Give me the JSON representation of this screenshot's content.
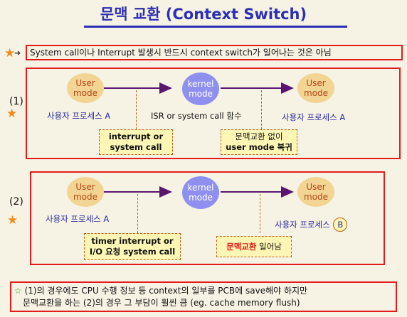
{
  "title": "문맥 교환 (Context Switch)",
  "note": "System call이나 Interrupt 발생시 반드시 context switch가 일어나는 것은 아님",
  "bullet_arrow": "➜",
  "case1": {
    "number": "(1)",
    "user_mode_left": "User\nmode",
    "kernel_mode": "kernel\nmode",
    "user_mode_right": "User\nmode",
    "label_left": "사용자 프로세스 A",
    "label_mid": "ISR or system call 함수",
    "label_right": "사용자 프로세스 A",
    "box_left_line1": "interrupt or",
    "box_left_line2": "system call",
    "box_right_line1": "문맥교환 없이",
    "box_right_line2": "user mode 복귀"
  },
  "case2": {
    "number": "(2)",
    "user_mode_left": "User\nmode",
    "kernel_mode": "kernel\nmode",
    "user_mode_right": "User\nmode",
    "label_left": "사용자 프로세스 A",
    "label_right_prefix": "사용자 프로세스",
    "label_right_circled": "B",
    "box_left_line1": "timer interrupt or",
    "box_left_line2": "I/O 요청 system call",
    "box_right_red": "문맥교환",
    "box_right_rest": " 일어남"
  },
  "footer": {
    "line1": "(1)의 경우에도 CPU 수행 정보 등 context의 일부를 PCB에 save해야 하지만",
    "line2": "문맥교환을 하는 (2)의 경우 그 부담이 훨씬 큼 (eg. cache memory flush)"
  },
  "icons": {
    "star": "star-icon",
    "hollow_star": "hollow-star-icon",
    "arrow": "arrow-right-icon"
  },
  "colors": {
    "title": "#2b2fb5",
    "border": "#e21b1b",
    "user_mode": "#f2d592",
    "kernel_mode": "#8f8ff0",
    "arrow": "#5a1570",
    "accent_star": "#f08a1a"
  }
}
